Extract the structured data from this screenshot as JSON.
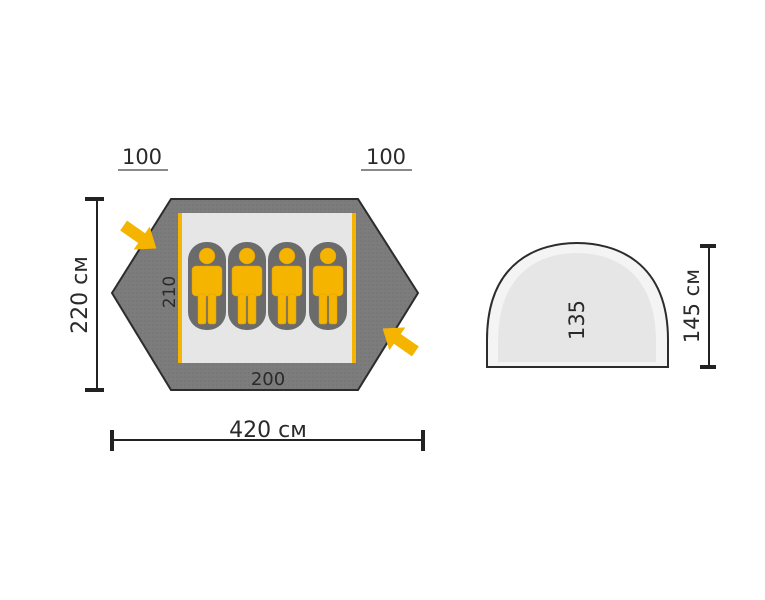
{
  "labels": {
    "vestibule_left": "100",
    "vestibule_right": "100",
    "overall_depth": "220 см",
    "inner_depth": "210",
    "inner_width": "200",
    "overall_length": "420 см",
    "inner_height": "135",
    "overall_height": "145 см"
  },
  "occupants": 4,
  "colors": {
    "fly": "#7c7c7c",
    "inner_floor": "#e6e6e6",
    "accent_yellow": "#f4b400",
    "outline": "#2c2c2c",
    "sleeping_bag": "#6b6b6b",
    "dome_inner": "#e6e6e6"
  },
  "icons": [
    "entrance-arrow-icon",
    "person-icon"
  ]
}
